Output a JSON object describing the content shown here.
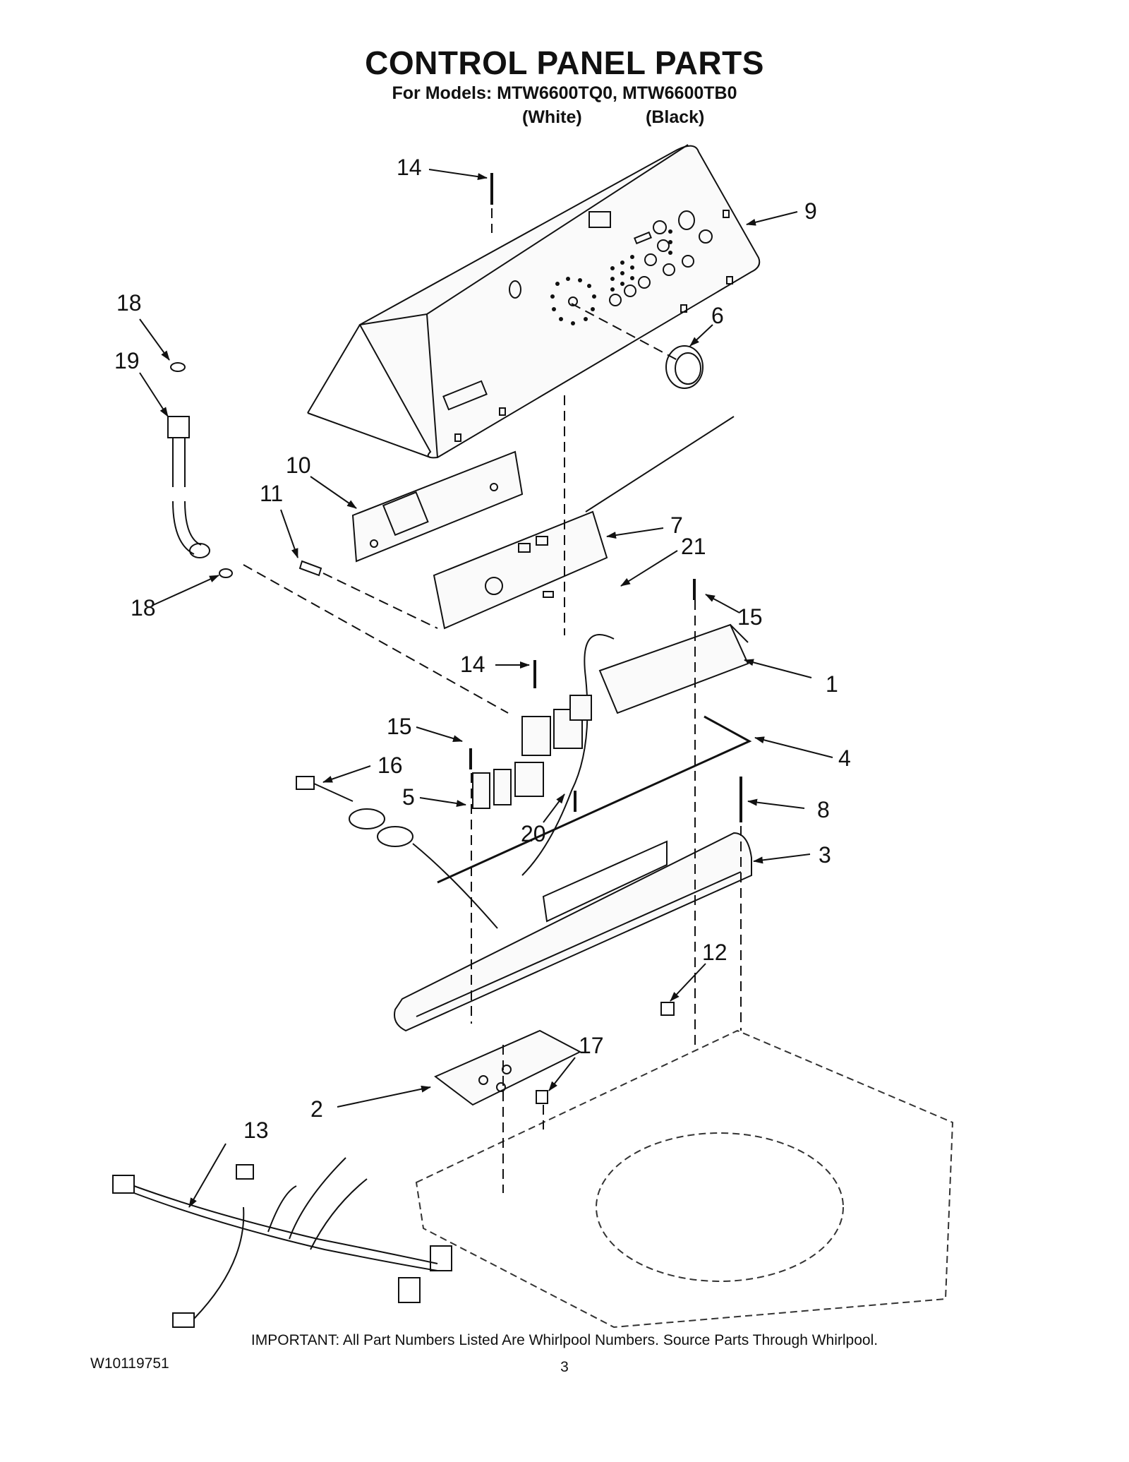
{
  "header": {
    "title": "CONTROL PANEL PARTS",
    "subtitle": "For Models: MTW6600TQ0, MTW6600TB0",
    "model_colors": [
      "(White)",
      "(Black)"
    ]
  },
  "callouts": [
    "1",
    "2",
    "3",
    "4",
    "5",
    "6",
    "7",
    "8",
    "9",
    "10",
    "11",
    "12",
    "13",
    "14",
    "14",
    "15",
    "15",
    "16",
    "17",
    "18",
    "18",
    "19",
    "20",
    "21"
  ],
  "footer": {
    "note": "IMPORTANT: All Part Numbers Listed Are Whirlpool Numbers. Source Parts Through Whirlpool.",
    "doc_number": "W10119751",
    "page_number": "3"
  }
}
